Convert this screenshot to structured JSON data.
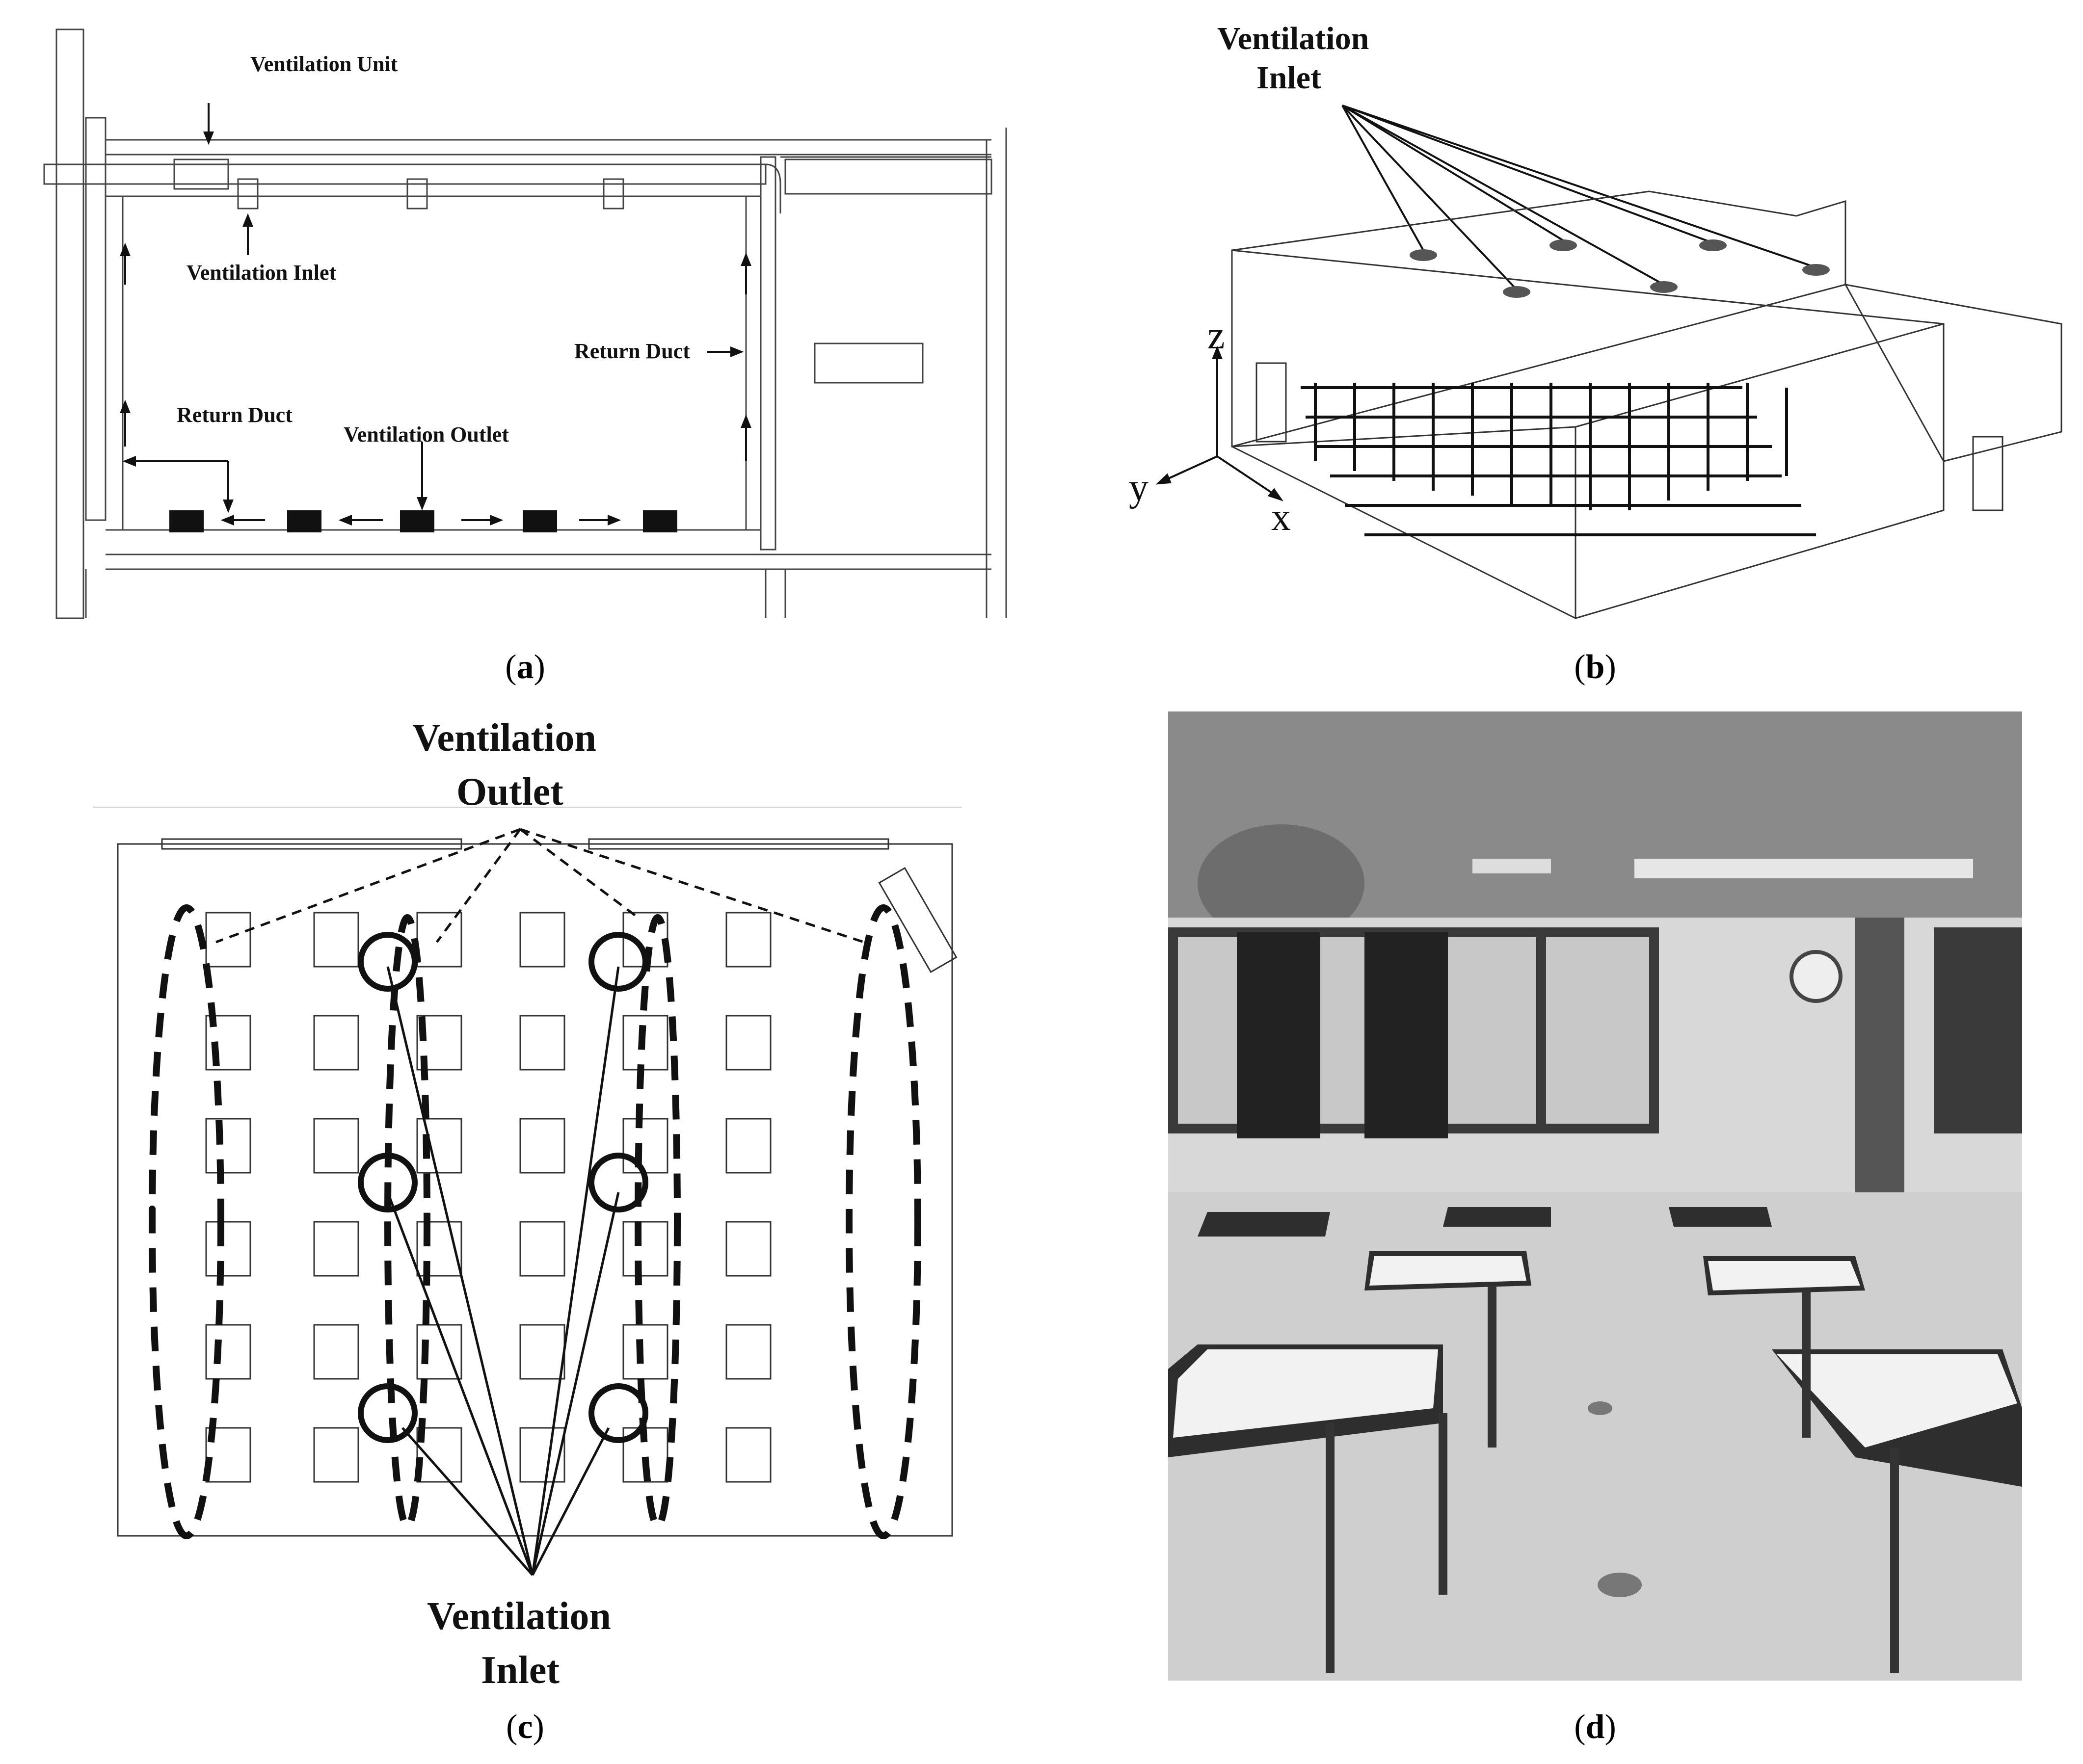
{
  "panels": {
    "a": {
      "caption_letter": "a",
      "labels": {
        "ventilation_unit": "Ventilation Unit",
        "ventilation_inlet": "Ventilation Inlet",
        "return_duct_right": "Return Duct",
        "return_duct_left": "Return Duct",
        "ventilation_outlet": "Ventilation Outlet"
      }
    },
    "b": {
      "caption_letter": "b",
      "labels": {
        "ventilation_inlet_line1": "Ventilation",
        "ventilation_inlet_line2": "Inlet",
        "axis_z": "z",
        "axis_y": "y",
        "axis_x": "x"
      }
    },
    "c": {
      "caption_letter": "c",
      "labels": {
        "outlet_line1": "Ventilation",
        "outlet_line2": "Outlet",
        "inlet_line1": "Ventilation",
        "inlet_line2": "Inlet"
      }
    },
    "d": {
      "caption_letter": "d",
      "photo": "classroom-photo"
    }
  },
  "colors": {
    "line": "#1a1a1a",
    "light_line": "#888888",
    "photo_bg": "#9a9a9a"
  }
}
